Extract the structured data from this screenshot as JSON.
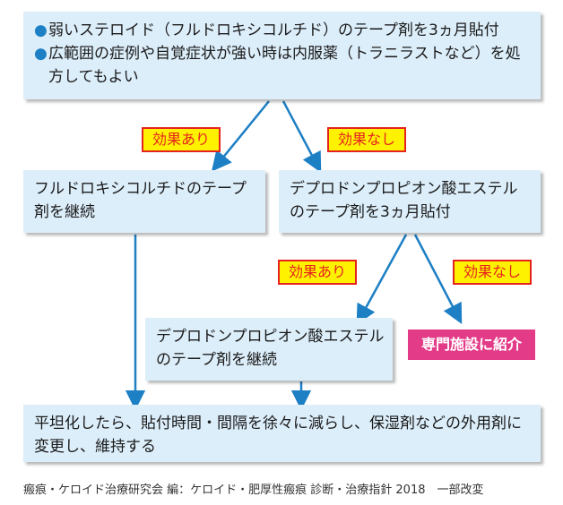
{
  "top_box": {
    "bullet_1": "●",
    "line_1": "弱いステロイド（フルドロキシコルチド）のテープ剤を3ヵ月貼付",
    "bullet_2": "●",
    "line_2a": "広範囲の症例や自覚症状が強い時は内服薬（トラニラストなど）を処",
    "line_2b": "方してもよい"
  },
  "tags": {
    "effective_1": "効果あり",
    "not_effective_1": "効果なし",
    "effective_2": "効果あり",
    "not_effective_2": "効果なし"
  },
  "box_fludroxy_continue": {
    "line_1": "フルドロキシコルチドのテープ",
    "line_2": "剤を継続"
  },
  "box_deprodone_3m": {
    "line_1": "デプロドンプロピオン酸エステル",
    "line_2": "のテープ剤を3ヵ月貼付"
  },
  "box_deprodone_continue": {
    "line_1": "デプロドンプロピオン酸エステル",
    "line_2": "のテープ剤を継続"
  },
  "specialist": "専門施設に紹介",
  "bottom_box": {
    "line_1": "平坦化したら、貼付時間・間隔を徐々に減らし、保湿剤などの外用剤に",
    "line_2": "変更し、維持する"
  },
  "source": "瘢痕・ケロイド治療研究会 編：ケロイド・肥厚性瘢痕 診断・治療指針 2018　一部改変",
  "colors": {
    "box_fill": "#dceefa",
    "arrow": "#1d7fc4",
    "tag_fill": "#fff200",
    "tag_border": "#e5231e",
    "specialist_fill": "#e33b88"
  }
}
